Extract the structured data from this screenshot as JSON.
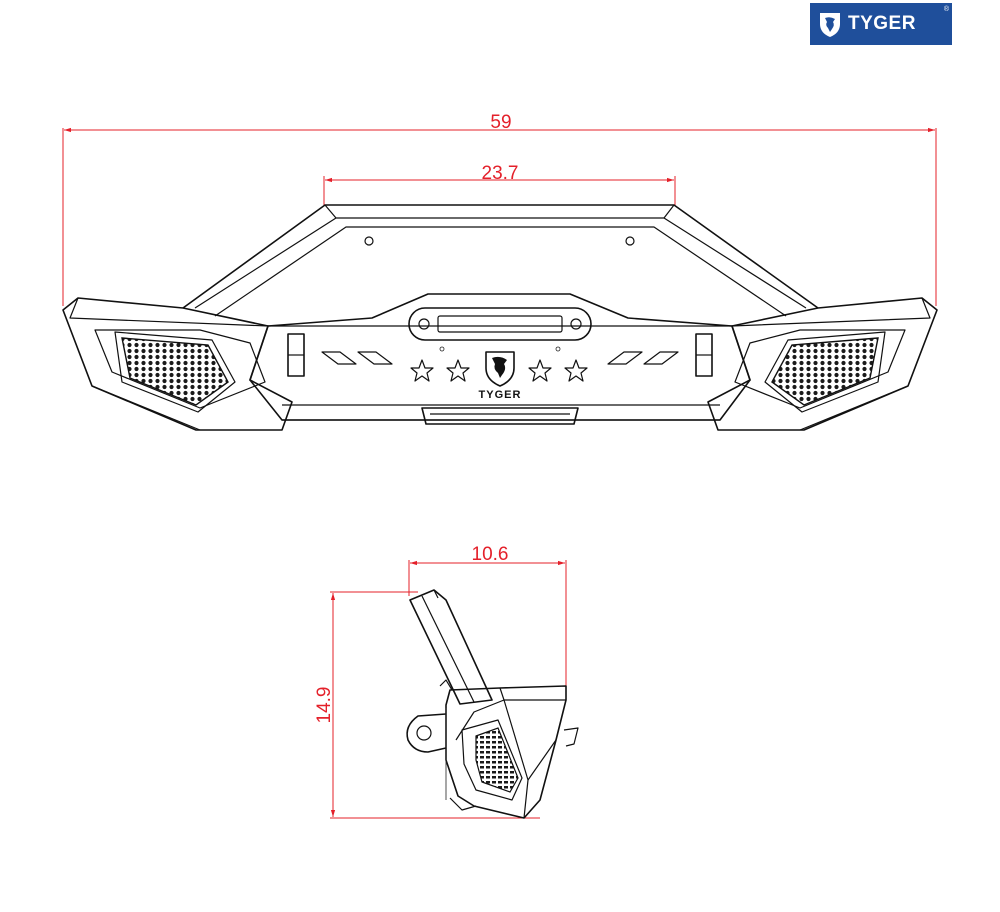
{
  "brand": {
    "name": "TYGER",
    "registered": "®"
  },
  "dimensions": {
    "overall_width": "59",
    "center_width": "23.7",
    "side_depth": "10.6",
    "side_height": "14.9"
  },
  "bumper_badge_text": "TYGER",
  "colors": {
    "brand_blue": "#1f4f9b",
    "dimension_red": "#e4202a",
    "line": "#111111"
  }
}
